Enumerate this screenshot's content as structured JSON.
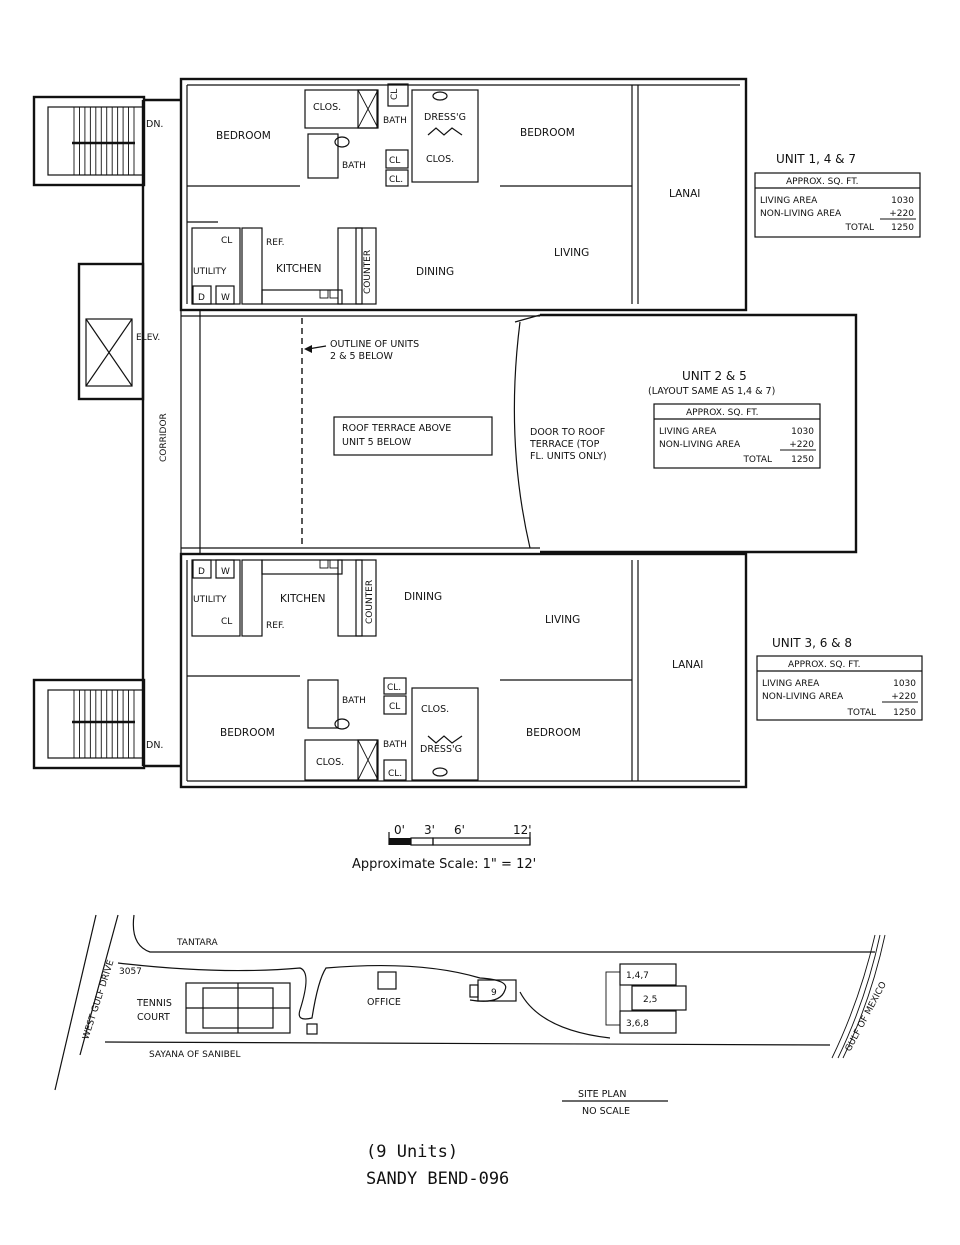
{
  "upper_unit": {
    "rooms": {
      "bedroom_left": "BEDROOM",
      "bedroom_right": "BEDROOM",
      "clos_left": "CLOS.",
      "cl_top": "CL",
      "bath_top": "BATH",
      "dressg": "DRESS'G",
      "bath_lower": "BATH",
      "cl_a": "CL",
      "cl_b": "CL.",
      "clos_right": "CLOS.",
      "lanai": "LANAI",
      "cl_kitchen": "CL",
      "ref": "REF.",
      "utility": "UTILITY",
      "kitchen": "KITCHEN",
      "counter": "COUNTER",
      "dining": "DINING",
      "living": "LIVING",
      "d": "D",
      "w": "W"
    }
  },
  "lower_unit": {
    "rooms": {
      "d": "D",
      "w": "W",
      "utility": "UTILITY",
      "kitchen": "KITCHEN",
      "counter": "COUNTER",
      "cl_kitchen": "CL",
      "ref": "REF.",
      "dining": "DINING",
      "living": "LIVING",
      "lanai": "LANAI",
      "bath": "BATH",
      "cl_a": "CL.",
      "cl_b": "CL",
      "clos_right": "CLOS.",
      "bedroom_left": "BEDROOM",
      "bedroom_right": "BEDROOM",
      "clos_left": "CLOS.",
      "bath_b": "BATH",
      "dressg": "DRESS'G",
      "cl_c": "CL."
    }
  },
  "core": {
    "dn_top": "DN.",
    "dn_bottom": "DN.",
    "elev": "ELEV.",
    "corridor": "CORRIDOR",
    "outline_note_1": "OUTLINE OF UNITS",
    "outline_note_2": "2 & 5 BELOW",
    "roof_terrace_1": "ROOF TERRACE ABOVE",
    "roof_terrace_2": "UNIT 5 BELOW",
    "door_note_1": "DOOR TO ROOF",
    "door_note_2": "TERRACE (TOP",
    "door_note_3": "FL. UNITS ONLY)"
  },
  "unit_147": {
    "title": "UNIT 1, 4 & 7",
    "table_header": "APPROX. SQ. FT.",
    "living_label": "LIVING AREA",
    "living_value": "1030",
    "nonliving_label": "NON-LIVING AREA",
    "nonliving_value": "+220",
    "total_label": "TOTAL",
    "total_value": "1250"
  },
  "unit_25": {
    "title": "UNIT 2 & 5",
    "subtitle": "(LAYOUT SAME AS 1,4 & 7)",
    "table_header": "APPROX. SQ. FT.",
    "living_label": "LIVING AREA",
    "living_value": "1030",
    "nonliving_label": "NON-LIVING AREA",
    "nonliving_value": "+220",
    "total_label": "TOTAL",
    "total_value": "1250"
  },
  "unit_368": {
    "title": "UNIT 3, 6 & 8",
    "table_header": "APPROX. SQ. FT.",
    "living_label": "LIVING AREA",
    "living_value": "1030",
    "nonliving_label": "NON-LIVING AREA",
    "nonliving_value": "+220",
    "total_label": "TOTAL",
    "total_value": "1250"
  },
  "scale": {
    "tick_0": "0'",
    "tick_3": "3'",
    "tick_6": "6'",
    "tick_12": "12'",
    "caption": "Approximate Scale: 1\" = 12'"
  },
  "site_plan": {
    "tantara": "TANTARA",
    "west_gulf_drive": "WEST GULF DRIVE",
    "number_3057": "3057",
    "tennis_1": "TENNIS",
    "tennis_2": "COURT",
    "office": "OFFICE",
    "building_9": "9",
    "bldg_147": "1,4,7",
    "bldg_25": "2,5",
    "bldg_368": "3,6,8",
    "gulf_of_mexico": "GULF OF MEXICO",
    "sayana": "SAYANA OF SANIBEL",
    "title": "SITE PLAN",
    "no_scale": "NO SCALE"
  },
  "footer": {
    "units_count": "(9 Units)",
    "complex_name": "SANDY BEND-096"
  }
}
